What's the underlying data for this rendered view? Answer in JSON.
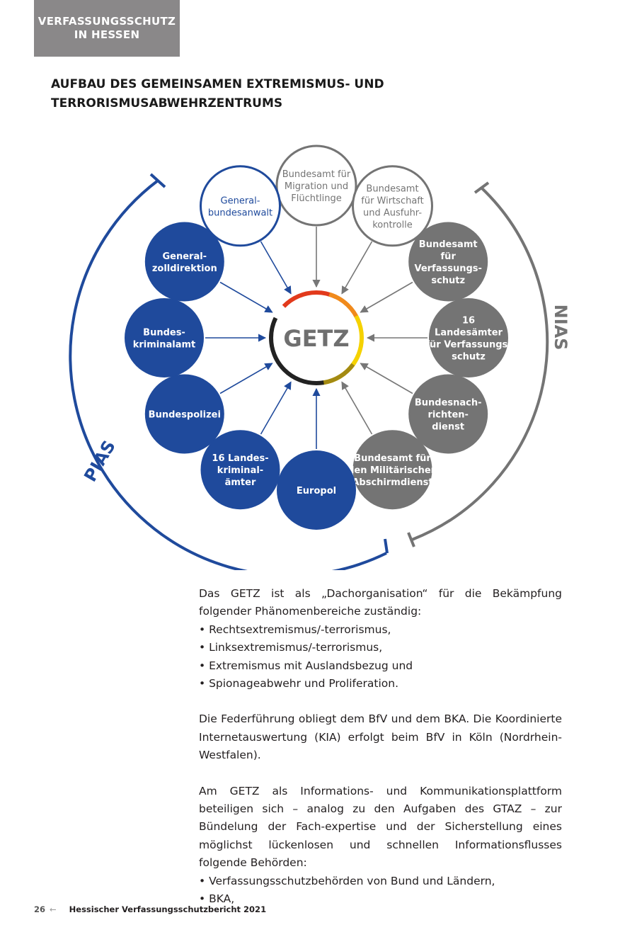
{
  "header": {
    "line1": "VERFASSUNGSSCHUTZ",
    "line2": "IN HESSEN"
  },
  "title": {
    "line1": "AUFBAU DES GEMEINSAMEN EXTREMISMUS- UND",
    "line2": "TERRORISMUSABWEHRZENTRUMS"
  },
  "diagram": {
    "center_label": "GETZ",
    "pias_label": "PIAS",
    "nias_label": "NIAS",
    "colors": {
      "blue": "#1f4a9c",
      "gray": "#747474",
      "arrow": "#777777"
    },
    "nodes": [
      {
        "id": "migration",
        "lines": [
          "Bundesamt für",
          "Migration und",
          "Flüchtlinge"
        ],
        "style": "outline-gray"
      },
      {
        "id": "wirtschaft",
        "lines": [
          "Bundesamt",
          "für Wirtschaft",
          "und Ausfuhr-",
          "kontrolle"
        ],
        "style": "outline-gray"
      },
      {
        "id": "bfv",
        "lines": [
          "Bundesamt",
          "für",
          "Verfassungs-",
          "schutz"
        ],
        "style": "filled-gray"
      },
      {
        "id": "lfv",
        "lines": [
          "16",
          "Landesämter",
          "für Verfassungs-",
          "schutz"
        ],
        "style": "filled-gray"
      },
      {
        "id": "bnd",
        "lines": [
          "Bundesnach-",
          "richten-",
          "dienst"
        ],
        "style": "filled-gray"
      },
      {
        "id": "mad",
        "lines": [
          "Bundesamt für",
          "den Militärischen",
          "Abschirmdienst"
        ],
        "style": "filled-gray"
      },
      {
        "id": "europol",
        "lines": [
          "Europol"
        ],
        "style": "filled-blue"
      },
      {
        "id": "lka",
        "lines": [
          "16 Landes-",
          "kriminal-",
          "ämter"
        ],
        "style": "filled-blue"
      },
      {
        "id": "bpol",
        "lines": [
          "Bundespolizei"
        ],
        "style": "filled-blue"
      },
      {
        "id": "bka",
        "lines": [
          "Bundes-",
          "kriminalamt"
        ],
        "style": "filled-blue"
      },
      {
        "id": "zoll",
        "lines": [
          "General-",
          "zolldirektion"
        ],
        "style": "filled-blue"
      },
      {
        "id": "gba",
        "lines": [
          "General-",
          "bundesanwalt"
        ],
        "style": "outline-blue"
      }
    ]
  },
  "body": {
    "p1": "Das GETZ ist als „Dachorganisation“ für die Bekämpfung folgender Phänomenbereiche zuständig:",
    "list1": [
      "Rechtsextremismus/-terrorismus,",
      "Linksextremismus/-terrorismus,",
      "Extremismus mit Auslandsbezug und",
      "Spionageabwehr und Proliferation."
    ],
    "p2": "Die Federführung obliegt dem BfV und dem BKA. Die Koordinierte Internetauswertung (KIA) erfolgt beim BfV in Köln (Nordrhein-Westfalen).",
    "p3": "Am GETZ als Informations- und Kommunikationsplattform beteiligen sich – analog zu den Aufgaben des GTAZ – zur Bündelung der Fach-expertise und der Sicherstellung eines möglichst lückenlosen und schnellen Informationsflusses folgende Behörden:",
    "list2": [
      "Verfassungsschutzbehörden von Bund und Ländern,",
      "BKA,"
    ]
  },
  "footer": {
    "page": "26",
    "arrow": "←",
    "title": "Hessischer Verfassungsschutzbericht 2021"
  }
}
